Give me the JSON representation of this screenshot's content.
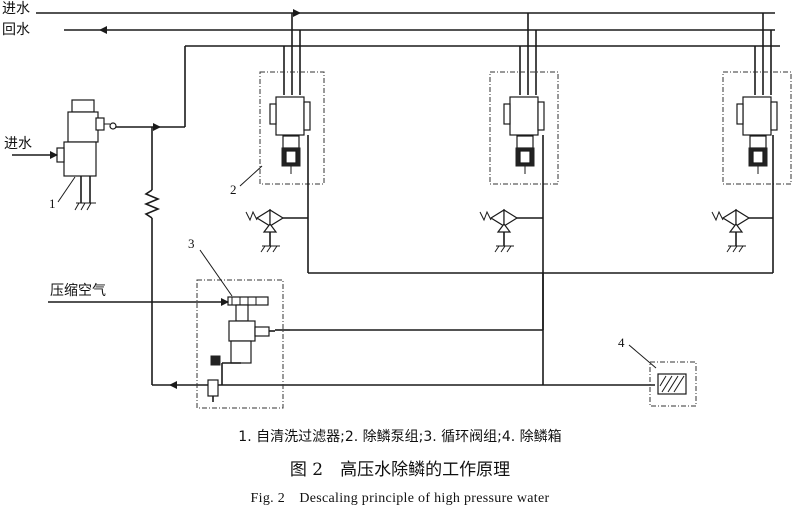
{
  "labels": {
    "inlet_top": "进水",
    "return_top": "回水",
    "inlet_filter": "进水",
    "compressed_air": "压缩空气"
  },
  "callouts": {
    "filter": "1",
    "pump_group": "2",
    "valve_group": "3",
    "descaling_box": "4"
  },
  "caption": {
    "legend": "1. 自清洗过滤器;2. 除鳞泵组;3. 循环阀组;4. 除鳞箱",
    "title_cn": "图 2　高压水除鳞的工作原理",
    "title_en": "Fig. 2　Descaling principle of high pressure water"
  }
}
